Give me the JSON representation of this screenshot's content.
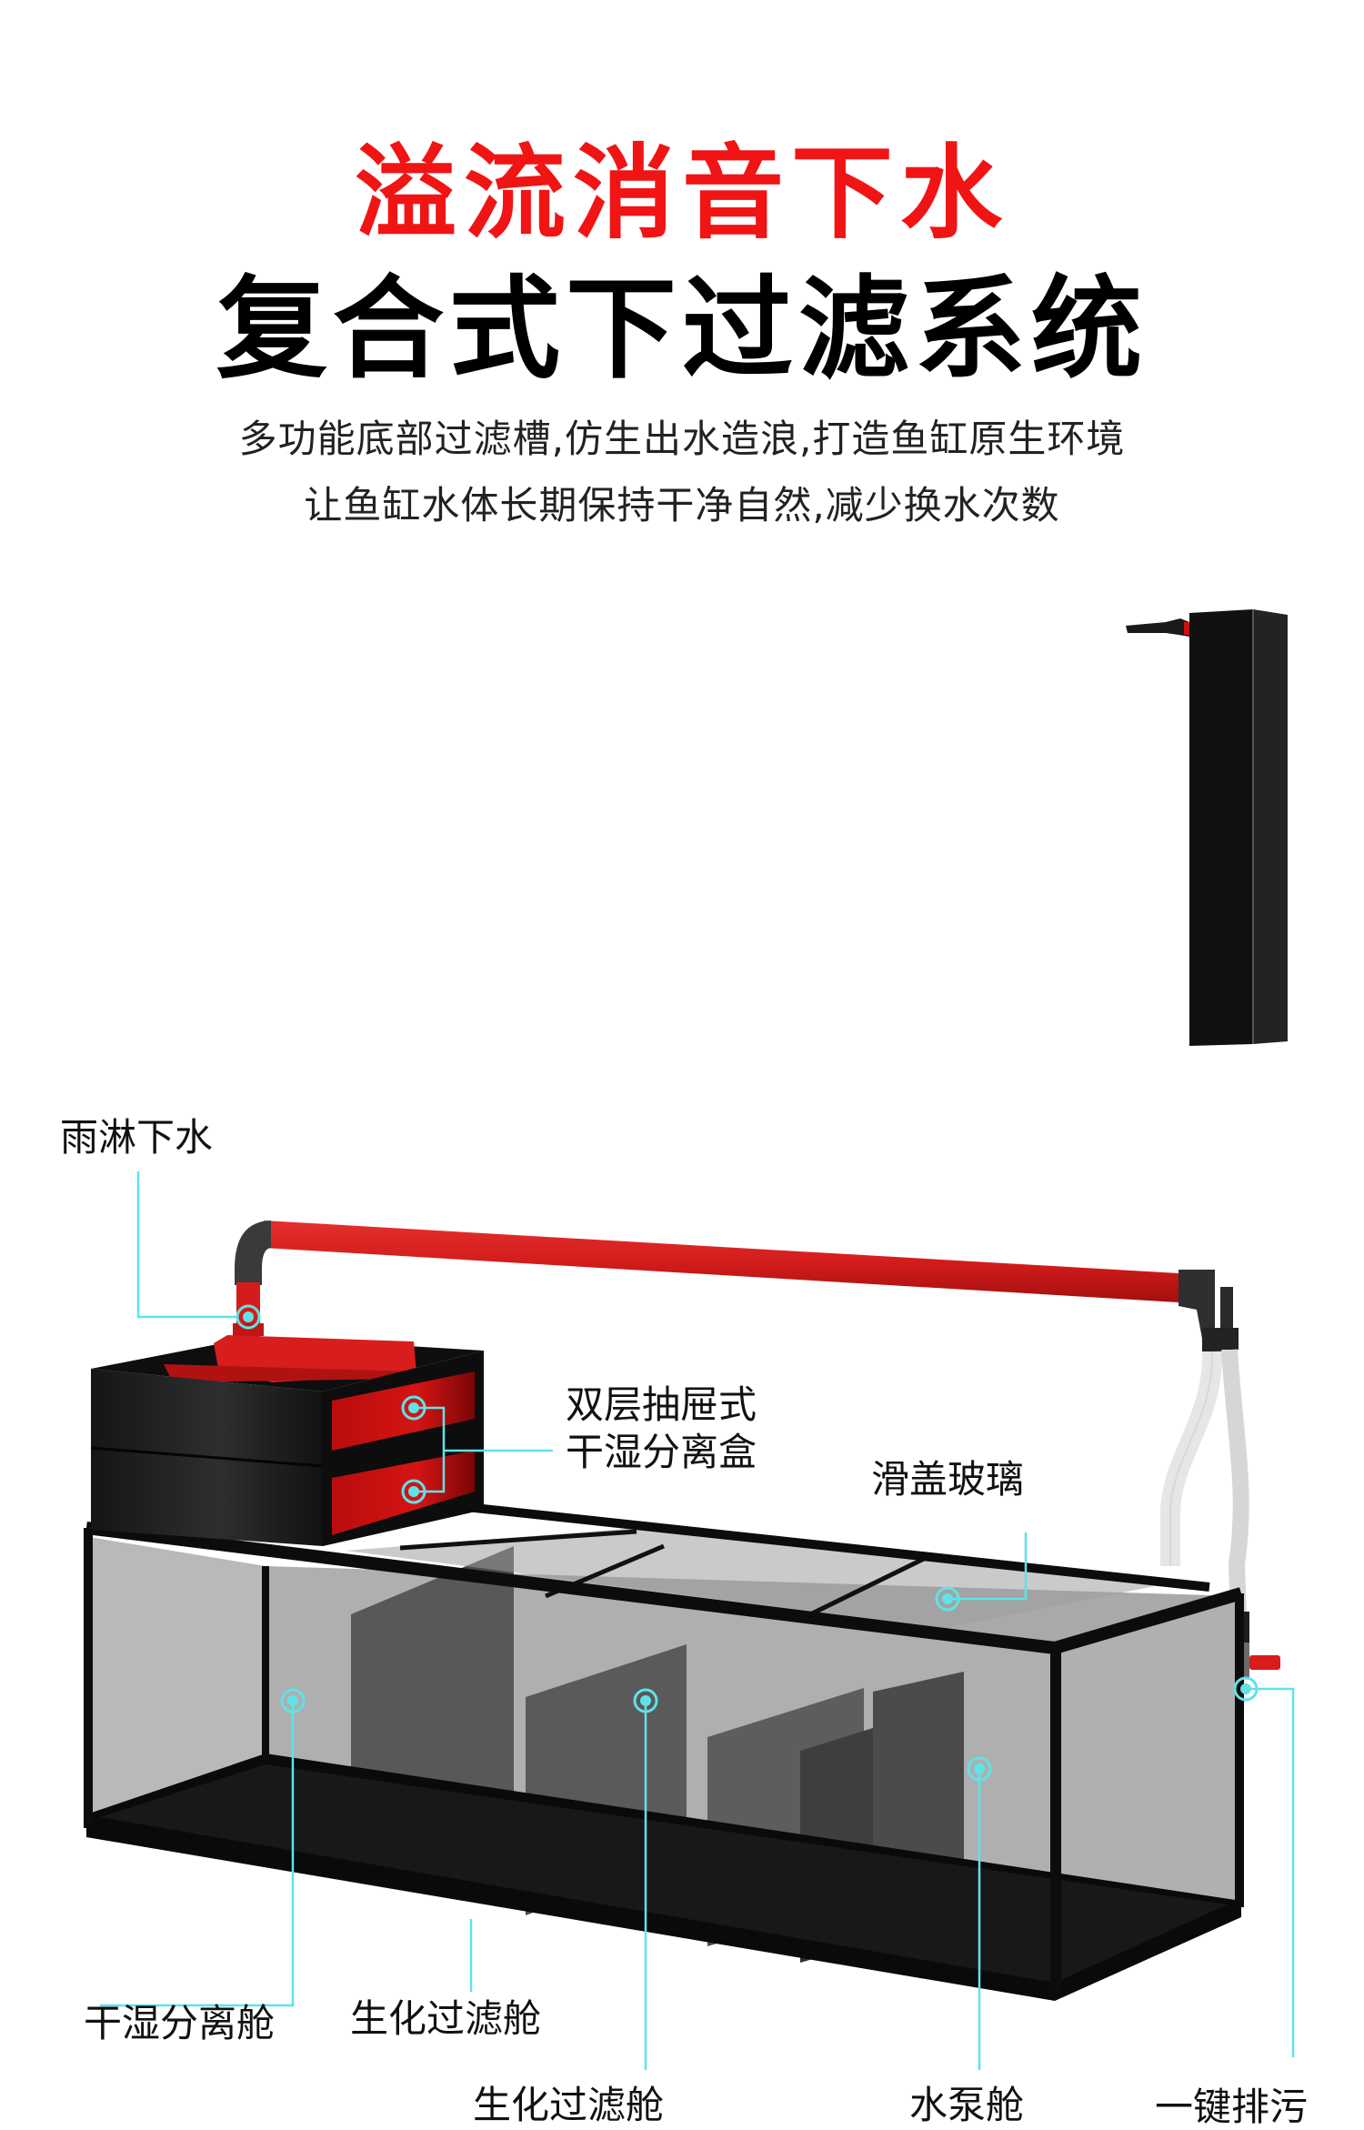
{
  "header": {
    "title_line1": "溢流消音下水",
    "title_line2": "复合式下过滤系统",
    "subtitle_line1": "多功能底部过滤槽,仿生出水造浪,打造鱼缸原生环境",
    "subtitle_line2": "让鱼缸水体长期保持干净自然,减少换水次数"
  },
  "colors": {
    "title_accent": "#f01414",
    "title_dark": "#000000",
    "leader_line": "#5fe3e8",
    "pipe_red": "#d61f1f",
    "frame_black": "#0d0d0d",
    "glass_gray": "#b3b3b3"
  },
  "callouts": [
    {
      "id": "rain-drain",
      "label": "雨淋下水"
    },
    {
      "id": "drawer-box",
      "label_line1": "双层抽屉式",
      "label_line2": "干湿分离盒"
    },
    {
      "id": "sliding-glass",
      "label": "滑盖玻璃"
    },
    {
      "id": "dry-wet-chamber",
      "label": "干湿分离舱"
    },
    {
      "id": "bio-chamber-1",
      "label": "生化过滤舱"
    },
    {
      "id": "bio-chamber-2",
      "label": "生化过滤舱"
    },
    {
      "id": "pump-chamber",
      "label": "水泵舱"
    },
    {
      "id": "drain-valve",
      "label": "一键排污"
    }
  ]
}
